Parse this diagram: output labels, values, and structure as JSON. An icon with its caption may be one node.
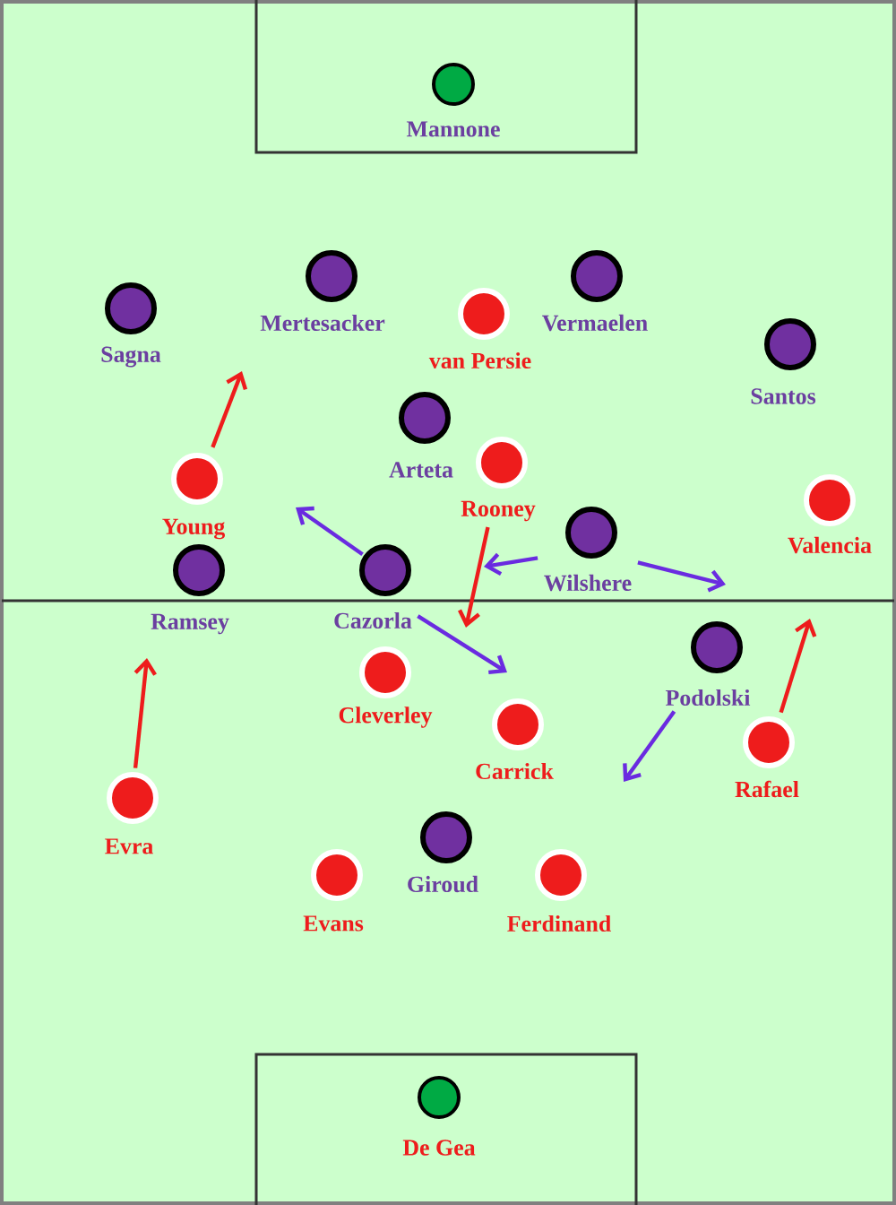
{
  "diagram": {
    "nodes": [
      {
        "text": [
          "Mannone"
        ]
      },
      {
        "text": [
          "Sagna"
        ]
      },
      {
        "text": [
          "Mertesacker"
        ]
      },
      {
        "text": [
          "van Persie"
        ]
      },
      {
        "text": [
          "Vermaelen"
        ]
      },
      {
        "text": [
          "Santos"
        ]
      },
      {
        "text": [
          "Arteta"
        ]
      },
      {
        "text": [
          "Young"
        ]
      },
      {
        "text": [
          "Rooney"
        ]
      },
      {
        "text": [
          "Valencia"
        ]
      },
      {
        "text": [
          "Wilshere"
        ]
      },
      {
        "text": [
          "Ramsey"
        ]
      },
      {
        "text": [
          "Cazorla"
        ]
      },
      {
        "text": [
          "Cleverley"
        ]
      },
      {
        "text": [
          "Podolski"
        ]
      },
      {
        "text": [
          "Carrick"
        ]
      },
      {
        "text": [
          "Rafael"
        ]
      },
      {
        "text": [
          "Evra"
        ]
      },
      {
        "text": [
          "Giroud"
        ]
      },
      {
        "text": [
          "Evans"
        ]
      },
      {
        "text": [
          "Ferdinand"
        ]
      },
      {
        "text": [
          "De Gea"
        ]
      }
    ],
    "edges": [
      {
        "from": 7,
        "to": null,
        "arrow": "to",
        "color": "#ee1c1c"
      },
      {
        "from": 8,
        "to": null,
        "arrow": "to",
        "color": "#ee1c1c"
      },
      {
        "from": 17,
        "to": null,
        "arrow": "to",
        "color": "#ee1c1c"
      },
      {
        "from": 16,
        "to": null,
        "arrow": "to",
        "color": "#ee1c1c"
      },
      {
        "from": 12,
        "to": null,
        "arrow": "to"
      },
      {
        "from": 12,
        "to": null,
        "arrow": "to"
      },
      {
        "from": 10,
        "to": null,
        "arrow": "to"
      },
      {
        "from": 10,
        "to": null,
        "arrow": "to"
      },
      {
        "from": 14,
        "to": null,
        "arrow": "to"
      }
    ]
  }
}
